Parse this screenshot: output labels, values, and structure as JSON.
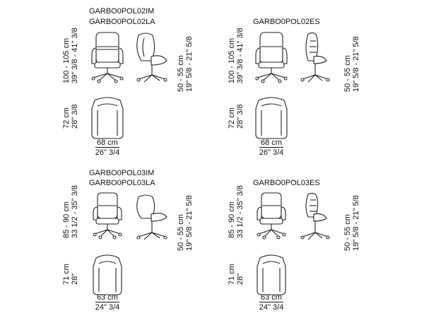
{
  "panels": [
    {
      "codes": [
        "GARBO0POL02IM",
        "GARBO0POL02LA"
      ],
      "height_cm": "100 - 105 cm",
      "height_in": "39\" 3/8 - 41\" 3/8",
      "seat_cm": "50 - 55 cm",
      "seat_in": "19\" 5/8 - 21\" 5/8",
      "depth_cm": "72 cm",
      "depth_in": "28\" 3/8",
      "width_cm": "68 cm",
      "width_in": "26\" 3/4"
    },
    {
      "codes": [
        "GARBO0POL02ES"
      ],
      "height_cm": "100 - 105 cm",
      "height_in": "39\" 3/8 - 41\" 3/8",
      "seat_cm": "50 - 55 cm",
      "seat_in": "19\" 5/8 - 21\" 5/8",
      "depth_cm": "72 cm",
      "depth_in": "28\" 3/8",
      "width_cm": "68 cm",
      "width_in": "26\" 3/4"
    },
    {
      "codes": [
        "GARBO0POL03IM",
        "GARBO0POL03LA"
      ],
      "height_cm": "85 - 90 cm",
      "height_in": "33 1/2 - 35\" 3/8",
      "seat_cm": "50 - 55 cm",
      "seat_in": "19\" 5/8 - 21\" 5/8",
      "depth_cm": "71 cm",
      "depth_in": "28\"",
      "width_cm": "63 cm",
      "width_in": "24\" 3/4"
    },
    {
      "codes": [
        "GARBO0POL03ES"
      ],
      "height_cm": "85 - 90 cm",
      "height_in": "33 1/2 - 35\" 3/8",
      "seat_cm": "50 - 55 cm",
      "seat_in": "19\" 5/8 - 21\" 5/8",
      "depth_cm": "71 cm",
      "depth_in": "28\"",
      "width_cm": "63 cm",
      "width_in": "24\" 3/4"
    }
  ]
}
